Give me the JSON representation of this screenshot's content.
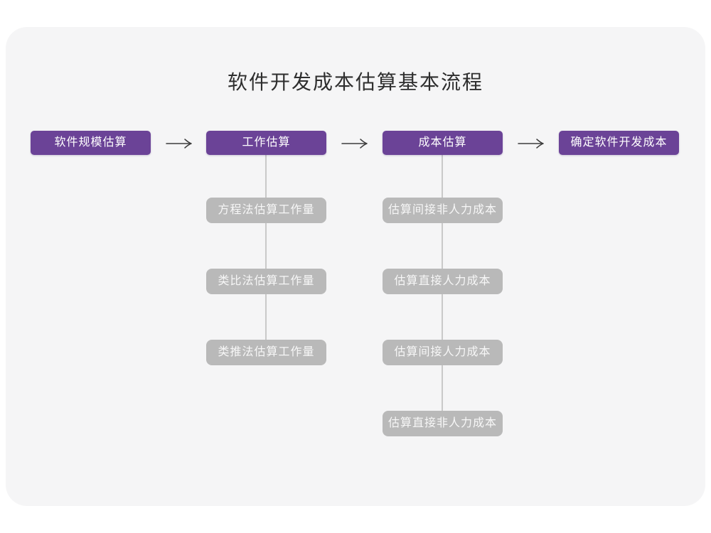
{
  "title": "软件开发成本估算基本流程",
  "colors": {
    "accent_purple": "#6b4397",
    "gray_node": "#b9b9b9",
    "node_text": "#ffffff",
    "connector_line": "#c9c9c9",
    "arrow": "#3d3d3d",
    "card_background": "#f5f5f6",
    "page_background": "#ffffff",
    "title_text": "#2e2e2e"
  },
  "flow": {
    "stages": [
      {
        "label": "软件规模估算"
      },
      {
        "label": "工作估算",
        "children": [
          "方程法估算工作量",
          "类比法估算工作量",
          "类推法估算工作量"
        ]
      },
      {
        "label": "成本估算",
        "children": [
          "估算间接非人力成本",
          "估算直接人力成本",
          "估算间接人力成本",
          "估算直接非人力成本"
        ]
      },
      {
        "label": "确定软件开发成本"
      }
    ]
  }
}
